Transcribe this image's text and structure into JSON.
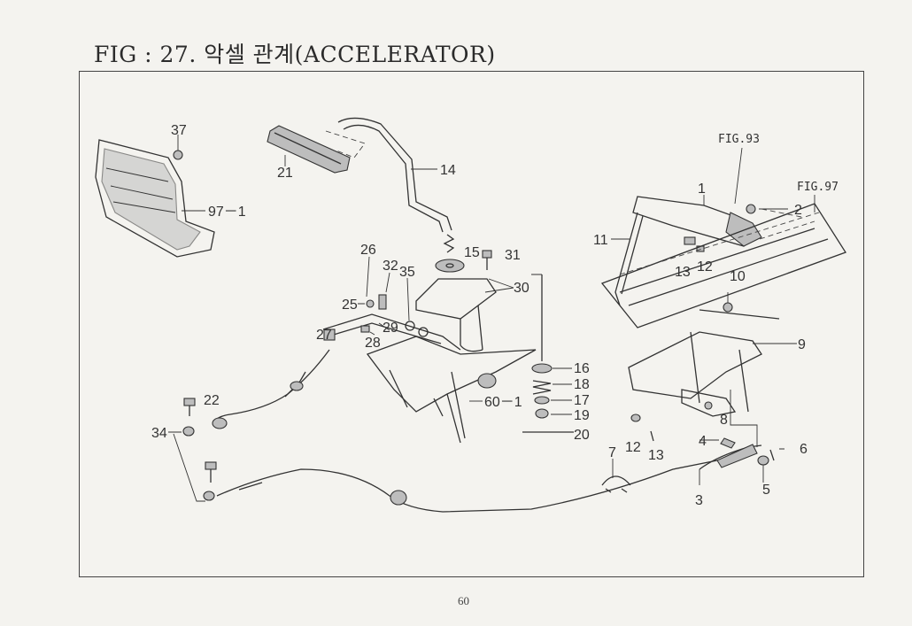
{
  "title": "FIG : 27. 악셀 관계(ACCELERATOR)",
  "page_number": "60",
  "references": {
    "fig93": "FIG.93",
    "fig97": "FIG.97"
  },
  "callouts": {
    "c37": "37",
    "c97_1": "97－1",
    "c21": "21",
    "c14": "14",
    "c26": "26",
    "c32": "32",
    "c35": "35",
    "c15": "15",
    "c31": "31",
    "c30": "30",
    "c25": "25",
    "c29": "29",
    "c27": "27",
    "c28": "28",
    "c16": "16",
    "c18": "18",
    "c17": "17",
    "c19": "19",
    "c20": "20",
    "c60_1": "60－1",
    "c22": "22",
    "c34": "34",
    "c1": "1",
    "c2": "2",
    "c11": "11",
    "c13a": "13",
    "c12a": "12",
    "c10": "10",
    "c9": "9",
    "c8": "8",
    "c4": "4",
    "c6": "6",
    "c12b": "12",
    "c13b": "13",
    "c7": "7",
    "c3": "3",
    "c5": "5"
  }
}
